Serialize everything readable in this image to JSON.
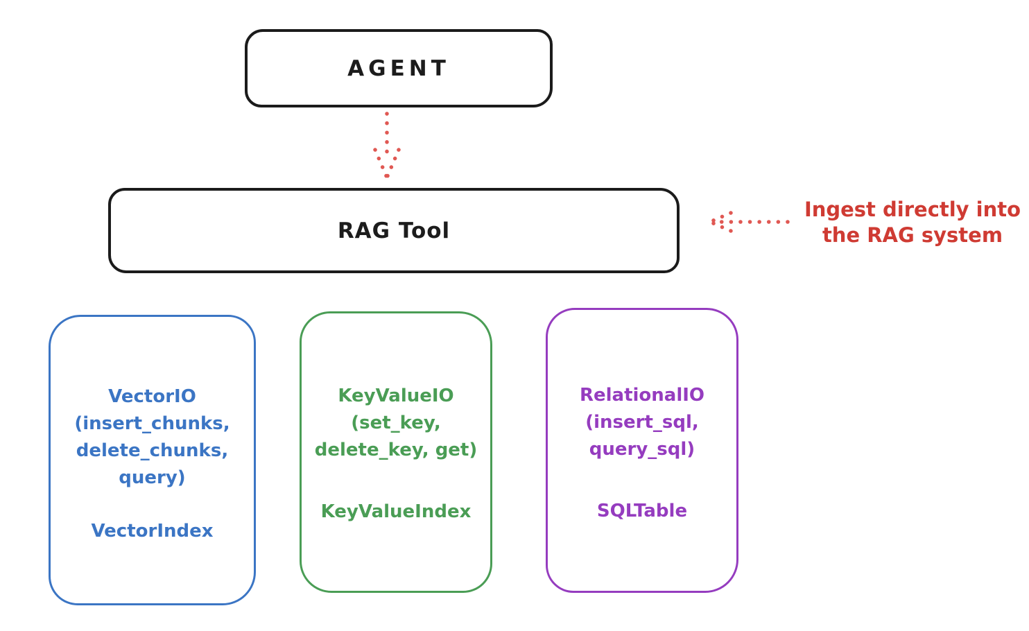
{
  "diagram": {
    "agent": {
      "label": "AGENT"
    },
    "rag_tool": {
      "label": "RAG Tool"
    },
    "annotation": {
      "text_line1": "Ingest directly into",
      "text_line2": "the RAG system",
      "color": "#cf3b33"
    },
    "arrow_color": "#e05853",
    "node_border_color": "#1b1b1b",
    "backends": [
      {
        "name": "vector-io",
        "color": "#3b75c4",
        "lines": [
          "VectorIO",
          "(insert_chunks,",
          "delete_chunks,",
          "query)"
        ],
        "index_label": "VectorIndex"
      },
      {
        "name": "key-value-io",
        "color": "#4a9d55",
        "lines": [
          "KeyValueIO",
          "(set_key,",
          "delete_key, get)"
        ],
        "index_label": "KeyValueIndex"
      },
      {
        "name": "relational-io",
        "color": "#953cbf",
        "lines": [
          "RelationalIO",
          "(insert_sql,",
          "query_sql)"
        ],
        "index_label": "SQLTable"
      }
    ]
  }
}
